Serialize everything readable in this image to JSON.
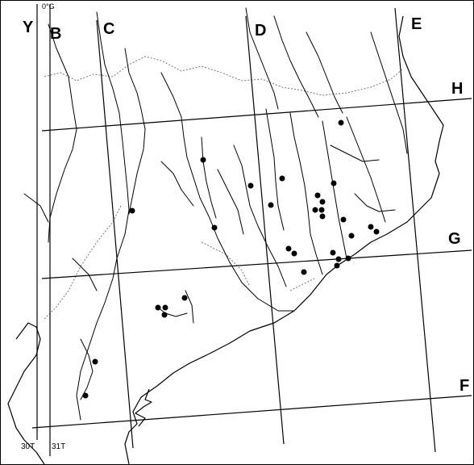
{
  "map": {
    "origin_label": "0°G",
    "grid_letters": {
      "y": "Y",
      "b": "B",
      "c": "C",
      "d": "D",
      "e": "E",
      "h": "H",
      "g": "G",
      "f": "F"
    },
    "zones": {
      "left": "30T",
      "right": "31T"
    },
    "site_count": 31
  }
}
